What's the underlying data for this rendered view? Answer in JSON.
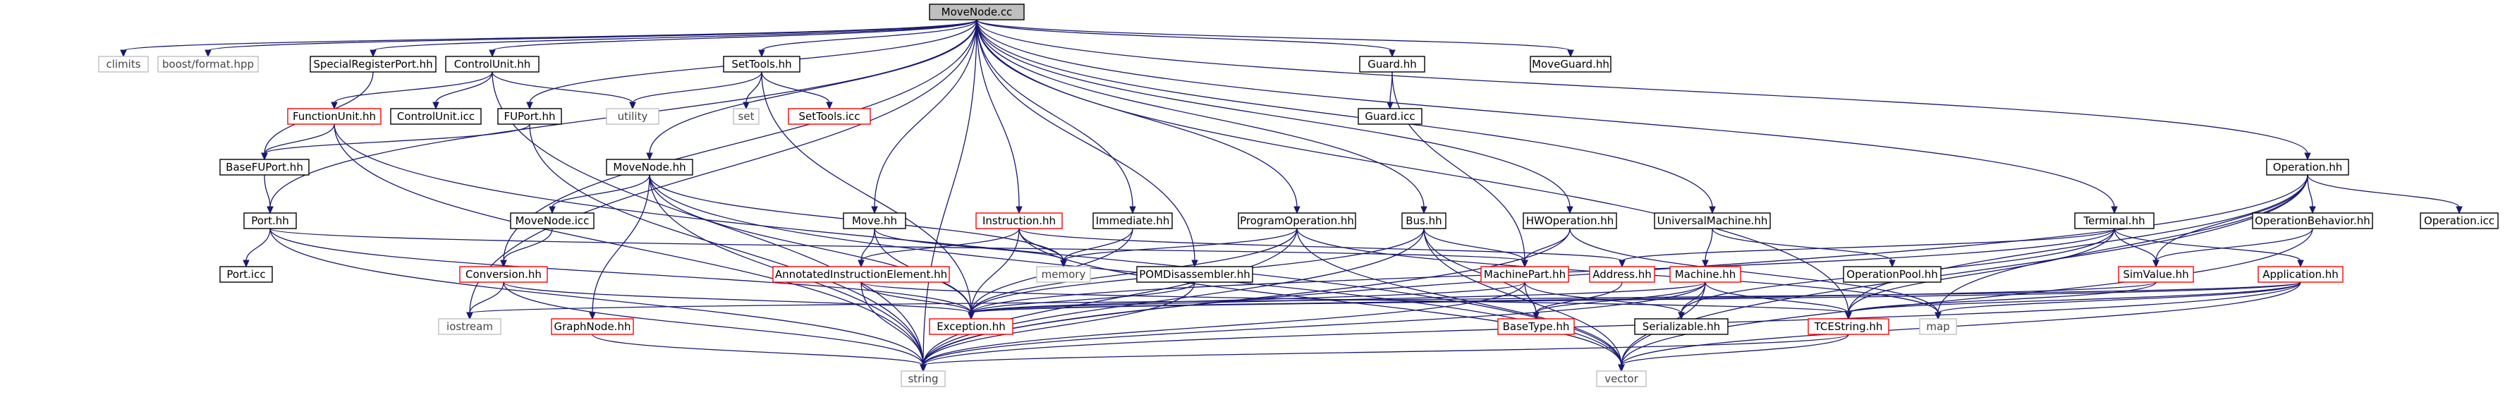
{
  "diagram": {
    "title": "MoveNode.cc",
    "colors": {
      "edge": "#191970",
      "root_fill": "#bfbfbf",
      "node_border": "#000000",
      "missing_border": "#ff0000",
      "external_border": "#bfbfbf"
    },
    "nodes": [
      {
        "id": "root",
        "label": "MoveNode.cc",
        "kind": "root"
      },
      {
        "id": "climits",
        "label": "climits",
        "kind": "external"
      },
      {
        "id": "boostformat",
        "label": "boost/format.hpp",
        "kind": "external"
      },
      {
        "id": "SpecialRegisterPort",
        "label": "SpecialRegisterPort.hh",
        "kind": "normal"
      },
      {
        "id": "ControlUnithh",
        "label": "ControlUnit.hh",
        "kind": "normal"
      },
      {
        "id": "FunctionUnit",
        "label": "FunctionUnit.hh",
        "kind": "missing"
      },
      {
        "id": "ControlUniticc",
        "label": "ControlUnit.icc",
        "kind": "normal"
      },
      {
        "id": "FUPort",
        "label": "FUPort.hh",
        "kind": "normal"
      },
      {
        "id": "utility",
        "label": "utility",
        "kind": "external"
      },
      {
        "id": "SetTools",
        "label": "SetTools.hh",
        "kind": "normal"
      },
      {
        "id": "set",
        "label": "set",
        "kind": "external"
      },
      {
        "id": "SetToolsicc",
        "label": "SetTools.icc",
        "kind": "missing"
      },
      {
        "id": "BaseFUPort",
        "label": "BaseFUPort.hh",
        "kind": "normal"
      },
      {
        "id": "Port",
        "label": "Port.hh",
        "kind": "normal"
      },
      {
        "id": "Porticc",
        "label": "Port.icc",
        "kind": "normal"
      },
      {
        "id": "MoveNodehh",
        "label": "MoveNode.hh",
        "kind": "normal"
      },
      {
        "id": "MoveNodeicc",
        "label": "MoveNode.icc",
        "kind": "normal"
      },
      {
        "id": "Conversion",
        "label": "Conversion.hh",
        "kind": "missing"
      },
      {
        "id": "GraphNode",
        "label": "GraphNode.hh",
        "kind": "missing"
      },
      {
        "id": "iostream",
        "label": "iostream",
        "kind": "external"
      },
      {
        "id": "Move",
        "label": "Move.hh",
        "kind": "normal"
      },
      {
        "id": "Instruction",
        "label": "Instruction.hh",
        "kind": "missing"
      },
      {
        "id": "AnnotatedInstructionElement",
        "label": "AnnotatedInstructionElement.hh",
        "kind": "missing"
      },
      {
        "id": "memory",
        "label": "memory",
        "kind": "external"
      },
      {
        "id": "Immediate",
        "label": "Immediate.hh",
        "kind": "normal"
      },
      {
        "id": "Exception",
        "label": "Exception.hh",
        "kind": "missing"
      },
      {
        "id": "string",
        "label": "string",
        "kind": "external"
      },
      {
        "id": "POMDisassembler",
        "label": "POMDisassembler.hh",
        "kind": "normal"
      },
      {
        "id": "ProgramOperation",
        "label": "ProgramOperation.hh",
        "kind": "normal"
      },
      {
        "id": "Guard",
        "label": "Guard.hh",
        "kind": "normal"
      },
      {
        "id": "Guardicc",
        "label": "Guard.icc",
        "kind": "normal"
      },
      {
        "id": "MoveGuard",
        "label": "MoveGuard.hh",
        "kind": "normal"
      },
      {
        "id": "Bus",
        "label": "Bus.hh",
        "kind": "normal"
      },
      {
        "id": "MachinePart",
        "label": "MachinePart.hh",
        "kind": "missing"
      },
      {
        "id": "BaseType",
        "label": "BaseType.hh",
        "kind": "missing"
      },
      {
        "id": "HWOperation",
        "label": "HWOperation.hh",
        "kind": "normal"
      },
      {
        "id": "Address",
        "label": "Address.hh",
        "kind": "missing"
      },
      {
        "id": "UniversalMachine",
        "label": "UniversalMachine.hh",
        "kind": "normal"
      },
      {
        "id": "Machine",
        "label": "Machine.hh",
        "kind": "missing"
      },
      {
        "id": "Serializable",
        "label": "Serializable.hh",
        "kind": "normal"
      },
      {
        "id": "vector",
        "label": "vector",
        "kind": "external"
      },
      {
        "id": "TCEString",
        "label": "TCEString.hh",
        "kind": "missing"
      },
      {
        "id": "map",
        "label": "map",
        "kind": "external"
      },
      {
        "id": "OperationPool",
        "label": "OperationPool.hh",
        "kind": "normal"
      },
      {
        "id": "Terminal",
        "label": "Terminal.hh",
        "kind": "normal"
      },
      {
        "id": "SimValue",
        "label": "SimValue.hh",
        "kind": "missing"
      },
      {
        "id": "Application",
        "label": "Application.hh",
        "kind": "missing"
      },
      {
        "id": "Operation",
        "label": "Operation.hh",
        "kind": "normal"
      },
      {
        "id": "OperationBehavior",
        "label": "OperationBehavior.hh",
        "kind": "normal"
      },
      {
        "id": "Operationicc",
        "label": "Operation.icc",
        "kind": "normal"
      }
    ]
  }
}
